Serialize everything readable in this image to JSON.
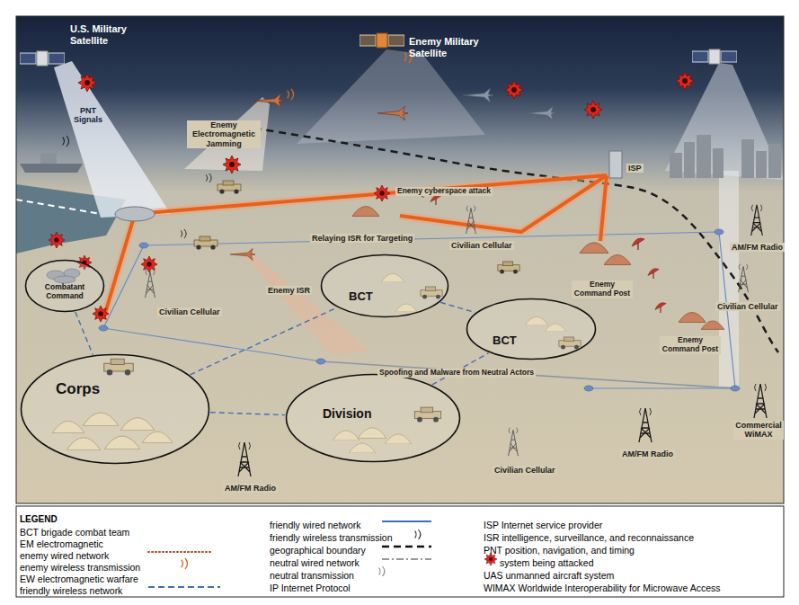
{
  "diagram": {
    "nodes": [
      {
        "text": [
          "Combatant Command"
        ]
      },
      {
        "text": [
          "BCT"
        ]
      },
      {
        "text": [
          "BCT"
        ]
      },
      {
        "text": [
          "Corps"
        ]
      },
      {
        "text": [
          "Division"
        ]
      }
    ],
    "edges": [
      {
        "from": 0,
        "to": 3,
        "arrow": "none"
      },
      {
        "from": 3,
        "to": 4,
        "arrow": "none"
      },
      {
        "from": 3,
        "to": 1,
        "arrow": "none"
      },
      {
        "from": 4,
        "to": 2,
        "arrow": "none"
      },
      {
        "from": 1,
        "to": 2,
        "arrow": "none"
      }
    ],
    "labels": [
      "U.S. Military Satellite",
      "PNT Signals",
      "Enemy Military Satellite",
      "Enemy Electromagnetic Jamming",
      "Enemy cyberspace attack",
      "ISP",
      "Civilian Cellular",
      "Relaying ISR for Targeting",
      "Civilian Cellular",
      "Enemy ISR",
      "Enemy Command Post",
      "Civilian Cellular",
      "AM/FM Radio",
      "Enemy Command Post",
      "Spoofing and Malware from Neutral Actors",
      "AM/FM Radio",
      "Civilian Cellular",
      "Commercial WiMAX",
      "AM/FM Radio",
      "LEGEND"
    ],
    "legend": [
      {
        "text": "BCT brigade combat team"
      },
      {
        "text": "EM electromagnetic"
      },
      {
        "text": "enemy wired network"
      },
      {
        "text": "enemy wireless transmission"
      },
      {
        "text": "EW electromagnetic warfare"
      },
      {
        "text": "friendly wireless network"
      },
      {
        "text": "friendly wired network"
      },
      {
        "text": "friendly wireless transmission"
      },
      {
        "text": "geographical boundary"
      },
      {
        "text": "neutral wired network"
      },
      {
        "text": "neutral transmission"
      },
      {
        "text": "IP Internet Protocol"
      },
      {
        "text": "ISP Internet service provider"
      },
      {
        "text": "ISR intelligence, surveillance, and reconnaissance"
      },
      {
        "text": "PNT position, navigation, and timing"
      },
      {
        "text": "system being attacked"
      },
      {
        "text": "UAS unmanned aircraft system"
      },
      {
        "text": "WIMAX Worldwide Interoperability for Microwave Access"
      }
    ]
  }
}
